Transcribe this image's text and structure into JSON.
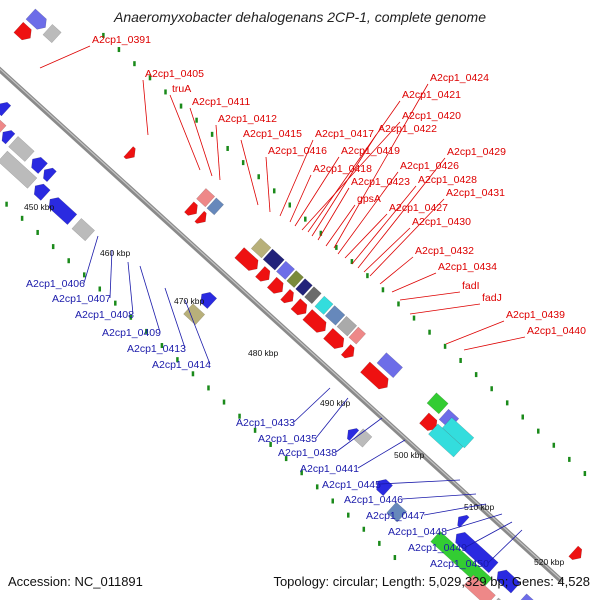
{
  "title": "Anaeromyxobacter dehalogenans 2CP-1, complete genome",
  "footer": {
    "accession": "Accession: NC_011891",
    "summary": "Topology: circular; Length: 5,029,329 bp; Genes: 4,528"
  },
  "scale_labels": [
    "450 kbp",
    "460 kbp",
    "470 kbp",
    "480 kbp",
    "490 kbp",
    "500 kbp",
    "510 kbp",
    "520 kbp"
  ],
  "colors": {
    "backbone": "#8a8a8a",
    "forward_label": "#dd0000",
    "reverse_label": "#1a1aaa",
    "tick": "#1a8a1a"
  },
  "forward_gene_labels": [
    "A2cp1_0391",
    "A2cp1_0405",
    "truA",
    "A2cp1_0411",
    "A2cp1_0412",
    "A2cp1_0415",
    "A2cp1_0416",
    "A2cp1_0417",
    "A2cp1_0418",
    "A2cp1_0419",
    "A2cp1_0420",
    "A2cp1_0421",
    "A2cp1_0422",
    "A2cp1_0423",
    "gpsA",
    "A2cp1_0424",
    "A2cp1_0426",
    "A2cp1_0427",
    "A2cp1_0428",
    "A2cp1_0429",
    "A2cp1_0430",
    "A2cp1_0431",
    "A2cp1_0432",
    "A2cp1_0434",
    "fadI",
    "fadJ",
    "A2cp1_0439",
    "A2cp1_0440"
  ],
  "reverse_gene_labels": [
    "A2cp1_0406",
    "A2cp1_0407",
    "A2cp1_0408",
    "A2cp1_0409",
    "A2cp1_0413",
    "A2cp1_0414",
    "A2cp1_0433",
    "A2cp1_0435",
    "A2cp1_0438",
    "A2cp1_0441",
    "A2cp1_0445",
    "A2cp1_0446",
    "A2cp1_0447",
    "A2cp1_0448",
    "A2cp1_0449",
    "A2cp1_0450"
  ]
}
